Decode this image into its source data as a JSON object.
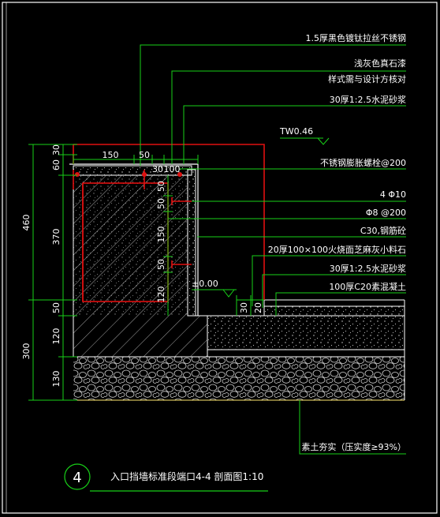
{
  "colors": {
    "background": "#000000",
    "frame": "#ffffff",
    "leader": "#18d018",
    "rebar": "#e01010",
    "text": "#ffffff",
    "soil": "#ffe870"
  },
  "annotations": [
    "1.5厚黑色镀钛拉丝不锈钢",
    "浅灰色真石漆",
    "样式需与设计方核对",
    "30厚1:2.5水泥砂浆",
    "TW0.46",
    "不锈钢膨胀螺栓@200",
    "4 Φ10",
    "Φ8 @200",
    "C30,钢筋砼",
    "20厚100×100火烧面芝麻灰小料石",
    "30厚1:2.5水泥砂浆",
    "100厚C20素混凝土",
    "素土夯实（压实度≥93%）"
  ],
  "elevation": "±0.00",
  "dimensions": {
    "top": [
      "150",
      "50"
    ],
    "top_inner": [
      "30",
      "100"
    ],
    "left_outer": [
      "460",
      "300"
    ],
    "left_inner": [
      "30",
      "60",
      "370",
      "50",
      "120",
      "130"
    ],
    "wall_face": [
      "50",
      "50",
      "150",
      "50"
    ],
    "wall_face_bottom": "120",
    "ground_right": [
      "30",
      "20"
    ]
  },
  "title": {
    "number": "4",
    "text": "入口挡墙标准段端口4-4 剖面图1:10"
  }
}
